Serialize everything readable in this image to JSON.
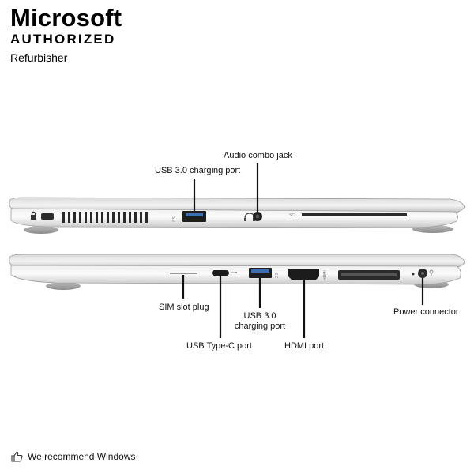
{
  "brand": {
    "name": "Microsoft",
    "badge": "AUTHORIZED",
    "role": "Refurbisher"
  },
  "callouts": {
    "audio_jack": "Audio combo jack",
    "usb_top": "USB 3.0 charging port",
    "sim_slot": "SIM slot plug",
    "usb_c": "USB Type-C port",
    "usb_bottom_line1": "USB 3.0",
    "usb_bottom_line2": "charging port",
    "hdmi": "HDMI port",
    "power": "Power connector"
  },
  "port_marks": {
    "ss_top": "SS",
    "sc": "SC",
    "ss_bottom": "SS",
    "hdmi_mark": "HDMI"
  },
  "footer": {
    "text": "We recommend Windows",
    "icon": "thumbs-up-icon"
  }
}
